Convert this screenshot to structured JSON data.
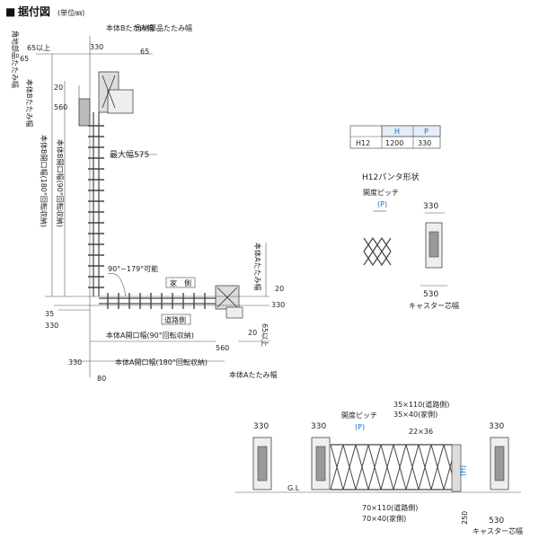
{
  "title": {
    "marker": "■",
    "main": "据付図",
    "unit": "(単位㎜)"
  },
  "spec_table": {
    "headers": [
      "",
      "H",
      "P"
    ],
    "rows": [
      [
        "H12",
        "1200",
        "330"
      ]
    ]
  },
  "plan": {
    "corner_part_fold_width": "角地部品たたみ幅",
    "body_b_fold_width_top": "本体Bたたみ幅",
    "body_b_fold_width_side": "本体Bたたみ幅",
    "dim_65_top": "65",
    "dim_65_left": "65",
    "dim_65_or_more": "65以上",
    "dim_330_top": "330",
    "dim_20_b": "20",
    "dim_560_b": "560",
    "max_width": "最大幅575",
    "body_b_opening_180": "本体B開口幅(180°回転収納)",
    "body_b_opening_90": "本体B開口幅(90°回転収納)",
    "angle_note": "90°~179°可能",
    "house_side": "家　側",
    "road_side": "道路側",
    "body_a_fold_width_right": "本体Aたたみ幅",
    "body_a_fold_width_bottom": "本体Aたたみ幅",
    "dim_20_a": "20",
    "dim_330_a": "330",
    "dim_35": "35",
    "dim_330_left": "330",
    "body_a_opening_90": "本体A開口幅(90°回転収納)",
    "dim_65_or_more_a": "65以上",
    "dim_560_a": "560",
    "dim_20_a2": "20",
    "dim_330_bottom": "330",
    "body_a_opening_180": "本体A開口幅(180°回転収納)",
    "dim_80": "80"
  },
  "pantograph": {
    "title": "H12パンタ形状",
    "pitch_label": "開度ピッチ",
    "pitch_symbol": "(P)",
    "dim_330": "330",
    "dim_530": "530",
    "caster_center": "キャスター芯幅"
  },
  "elevation": {
    "dim_330_left": "330",
    "dim_330_right": "330",
    "pitch_label": "開度ピッチ",
    "pitch_symbol": "(P)",
    "road_top": "35×110(道路側)",
    "house_top": "35×40(家側)",
    "dim_22x36": "22×36",
    "height_symbol": "(H)",
    "gl": "G.L",
    "road_bottom": "70×110(道路側)",
    "house_bottom": "70×40(家側)",
    "dim_250": "250",
    "dim_530": "530",
    "caster_center": "キャスター芯幅"
  },
  "colors": {
    "accent_blue": "#1a6fc4",
    "line": "#333333"
  }
}
